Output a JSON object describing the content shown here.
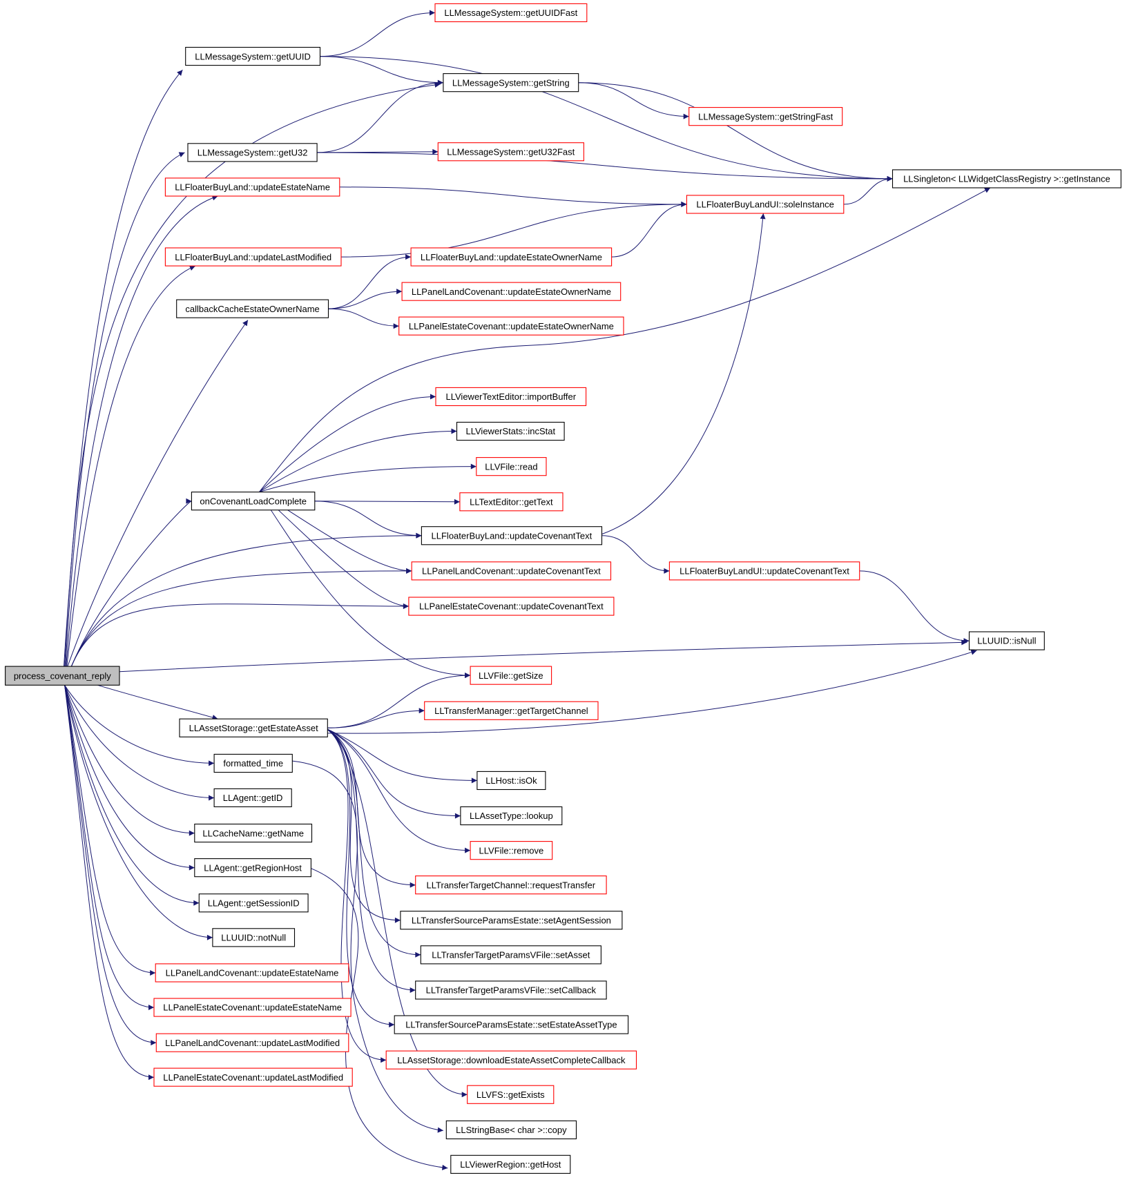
{
  "colors": {
    "edge": "#191970",
    "arrowhead": "#191970",
    "node_border_documented": "#000000",
    "node_border_undocumented": "#ff0000",
    "node_fill_root": "#bfbfbf",
    "node_fill": "#ffffff",
    "background": "#ffffff"
  },
  "graph": {
    "root": "process_covenant_reply",
    "nodes": [
      {
        "id": "process_covenant_reply",
        "label": "process_covenant_reply",
        "style": "root"
      },
      {
        "id": "getUUIDFast",
        "label": "LLMessageSystem::getUUIDFast",
        "style": "red"
      },
      {
        "id": "getUUID",
        "label": "LLMessageSystem::getUUID",
        "style": "black"
      },
      {
        "id": "getString",
        "label": "LLMessageSystem::getString",
        "style": "black"
      },
      {
        "id": "getStringFast",
        "label": "LLMessageSystem::getStringFast",
        "style": "red"
      },
      {
        "id": "getU32",
        "label": "LLMessageSystem::getU32",
        "style": "black"
      },
      {
        "id": "getU32Fast",
        "label": "LLMessageSystem::getU32Fast",
        "style": "red"
      },
      {
        "id": "getInstance",
        "label": "LLSingleton< LLWidgetClassRegistry >::getInstance",
        "style": "black"
      },
      {
        "id": "fbl_updateEstateName",
        "label": "LLFloaterBuyLand::updateEstateName",
        "style": "red"
      },
      {
        "id": "soleInstance",
        "label": "LLFloaterBuyLandUI::soleInstance",
        "style": "red"
      },
      {
        "id": "fbl_updateLastModified",
        "label": "LLFloaterBuyLand::updateLastModified",
        "style": "red"
      },
      {
        "id": "fbl_updateEstateOwnerName",
        "label": "LLFloaterBuyLand::updateEstateOwnerName",
        "style": "red"
      },
      {
        "id": "callbackCache",
        "label": "callbackCacheEstateOwnerName",
        "style": "black"
      },
      {
        "id": "plc_updateEstateOwnerName",
        "label": "LLPanelLandCovenant::updateEstateOwnerName",
        "style": "red"
      },
      {
        "id": "pec_updateEstateOwnerName",
        "label": "LLPanelEstateCovenant::updateEstateOwnerName",
        "style": "red"
      },
      {
        "id": "importBuffer",
        "label": "LLViewerTextEditor::importBuffer",
        "style": "red"
      },
      {
        "id": "incStat",
        "label": "LLViewerStats::incStat",
        "style": "black"
      },
      {
        "id": "vfile_read",
        "label": "LLVFile::read",
        "style": "red"
      },
      {
        "id": "onCovenantLoadComplete",
        "label": "onCovenantLoadComplete",
        "style": "black"
      },
      {
        "id": "getText",
        "label": "LLTextEditor::getText",
        "style": "red"
      },
      {
        "id": "fbl_updateCovenantText",
        "label": "LLFloaterBuyLand::updateCovenantText",
        "style": "black"
      },
      {
        "id": "plc_updateCovenantText",
        "label": "LLPanelLandCovenant::updateCovenantText",
        "style": "red"
      },
      {
        "id": "fblui_updateCovenantText",
        "label": "LLFloaterBuyLandUI::updateCovenantText",
        "style": "red"
      },
      {
        "id": "pec_updateCovenantText",
        "label": "LLPanelEstateCovenant::updateCovenantText",
        "style": "red"
      },
      {
        "id": "isNull",
        "label": "LLUUID::isNull",
        "style": "black"
      },
      {
        "id": "getSize",
        "label": "LLVFile::getSize",
        "style": "red"
      },
      {
        "id": "getTargetChannel",
        "label": "LLTransferManager::getTargetChannel",
        "style": "red"
      },
      {
        "id": "getEstateAsset",
        "label": "LLAssetStorage::getEstateAsset",
        "style": "black"
      },
      {
        "id": "formatted_time",
        "label": "formatted_time",
        "style": "black"
      },
      {
        "id": "isOk",
        "label": "LLHost::isOk",
        "style": "black"
      },
      {
        "id": "agent_getID",
        "label": "LLAgent::getID",
        "style": "black"
      },
      {
        "id": "lookup",
        "label": "LLAssetType::lookup",
        "style": "black"
      },
      {
        "id": "getName",
        "label": "LLCacheName::getName",
        "style": "black"
      },
      {
        "id": "vfile_remove",
        "label": "LLVFile::remove",
        "style": "red"
      },
      {
        "id": "getRegionHost",
        "label": "LLAgent::getRegionHost",
        "style": "black"
      },
      {
        "id": "requestTransfer",
        "label": "LLTransferTargetChannel::requestTransfer",
        "style": "red"
      },
      {
        "id": "getSessionID",
        "label": "LLAgent::getSessionID",
        "style": "black"
      },
      {
        "id": "setAgentSession",
        "label": "LLTransferSourceParamsEstate::setAgentSession",
        "style": "black"
      },
      {
        "id": "notNull",
        "label": "LLUUID::notNull",
        "style": "black"
      },
      {
        "id": "setAsset",
        "label": "LLTransferTargetParamsVFile::setAsset",
        "style": "black"
      },
      {
        "id": "plc_updateEstateName",
        "label": "LLPanelLandCovenant::updateEstateName",
        "style": "red"
      },
      {
        "id": "setCallback",
        "label": "LLTransferTargetParamsVFile::setCallback",
        "style": "black"
      },
      {
        "id": "pec_updateEstateName",
        "label": "LLPanelEstateCovenant::updateEstateName",
        "style": "red"
      },
      {
        "id": "setEstateAssetType",
        "label": "LLTransferSourceParamsEstate::setEstateAssetType",
        "style": "black"
      },
      {
        "id": "plc_updateLastModified",
        "label": "LLPanelLandCovenant::updateLastModified",
        "style": "red"
      },
      {
        "id": "downloadCB",
        "label": "LLAssetStorage::downloadEstateAssetCompleteCallback",
        "style": "red"
      },
      {
        "id": "pec_updateLastModified",
        "label": "LLPanelEstateCovenant::updateLastModified",
        "style": "red"
      },
      {
        "id": "getExists",
        "label": "LLVFS::getExists",
        "style": "red"
      },
      {
        "id": "copy",
        "label": "LLStringBase< char >::copy",
        "style": "black"
      },
      {
        "id": "getHost",
        "label": "LLViewerRegion::getHost",
        "style": "black"
      }
    ],
    "edges": [
      [
        "process_covenant_reply",
        "getUUID"
      ],
      [
        "process_covenant_reply",
        "getString"
      ],
      [
        "process_covenant_reply",
        "getU32"
      ],
      [
        "process_covenant_reply",
        "fbl_updateEstateName"
      ],
      [
        "process_covenant_reply",
        "fbl_updateLastModified"
      ],
      [
        "process_covenant_reply",
        "callbackCache"
      ],
      [
        "process_covenant_reply",
        "onCovenantLoadComplete"
      ],
      [
        "process_covenant_reply",
        "fbl_updateCovenantText"
      ],
      [
        "process_covenant_reply",
        "plc_updateCovenantText"
      ],
      [
        "process_covenant_reply",
        "pec_updateCovenantText"
      ],
      [
        "process_covenant_reply",
        "isNull"
      ],
      [
        "process_covenant_reply",
        "getEstateAsset"
      ],
      [
        "process_covenant_reply",
        "formatted_time"
      ],
      [
        "process_covenant_reply",
        "agent_getID"
      ],
      [
        "process_covenant_reply",
        "getName"
      ],
      [
        "process_covenant_reply",
        "getRegionHost"
      ],
      [
        "process_covenant_reply",
        "getSessionID"
      ],
      [
        "process_covenant_reply",
        "notNull"
      ],
      [
        "process_covenant_reply",
        "plc_updateEstateName"
      ],
      [
        "process_covenant_reply",
        "pec_updateEstateName"
      ],
      [
        "process_covenant_reply",
        "plc_updateLastModified"
      ],
      [
        "process_covenant_reply",
        "pec_updateLastModified"
      ],
      [
        "getUUID",
        "getUUIDFast"
      ],
      [
        "getUUID",
        "getString"
      ],
      [
        "getUUID",
        "getInstance"
      ],
      [
        "getString",
        "getStringFast"
      ],
      [
        "getString",
        "getInstance"
      ],
      [
        "getU32",
        "getString"
      ],
      [
        "getU32",
        "getU32Fast"
      ],
      [
        "getU32",
        "getInstance"
      ],
      [
        "fbl_updateEstateName",
        "soleInstance"
      ],
      [
        "fbl_updateLastModified",
        "soleInstance"
      ],
      [
        "soleInstance",
        "getInstance"
      ],
      [
        "callbackCache",
        "fbl_updateEstateOwnerName"
      ],
      [
        "callbackCache",
        "plc_updateEstateOwnerName"
      ],
      [
        "callbackCache",
        "pec_updateEstateOwnerName"
      ],
      [
        "fbl_updateEstateOwnerName",
        "soleInstance"
      ],
      [
        "onCovenantLoadComplete",
        "getInstance"
      ],
      [
        "onCovenantLoadComplete",
        "importBuffer"
      ],
      [
        "onCovenantLoadComplete",
        "incStat"
      ],
      [
        "onCovenantLoadComplete",
        "vfile_read"
      ],
      [
        "onCovenantLoadComplete",
        "getText"
      ],
      [
        "onCovenantLoadComplete",
        "fbl_updateCovenantText"
      ],
      [
        "onCovenantLoadComplete",
        "plc_updateCovenantText"
      ],
      [
        "onCovenantLoadComplete",
        "pec_updateCovenantText"
      ],
      [
        "onCovenantLoadComplete",
        "getSize"
      ],
      [
        "fbl_updateCovenantText",
        "soleInstance"
      ],
      [
        "fbl_updateCovenantText",
        "fblui_updateCovenantText"
      ],
      [
        "fblui_updateCovenantText",
        "isNull"
      ],
      [
        "getEstateAsset",
        "getSize"
      ],
      [
        "getEstateAsset",
        "getTargetChannel"
      ],
      [
        "getEstateAsset",
        "isNull"
      ],
      [
        "getEstateAsset",
        "isOk"
      ],
      [
        "getEstateAsset",
        "lookup"
      ],
      [
        "getEstateAsset",
        "vfile_remove"
      ],
      [
        "getEstateAsset",
        "requestTransfer"
      ],
      [
        "getEstateAsset",
        "setAgentSession"
      ],
      [
        "getEstateAsset",
        "setAsset"
      ],
      [
        "getEstateAsset",
        "setCallback"
      ],
      [
        "getEstateAsset",
        "setEstateAssetType"
      ],
      [
        "getEstateAsset",
        "downloadCB"
      ],
      [
        "getEstateAsset",
        "getExists"
      ],
      [
        "formatted_time",
        "copy"
      ],
      [
        "getRegionHost",
        "getHost"
      ]
    ]
  }
}
